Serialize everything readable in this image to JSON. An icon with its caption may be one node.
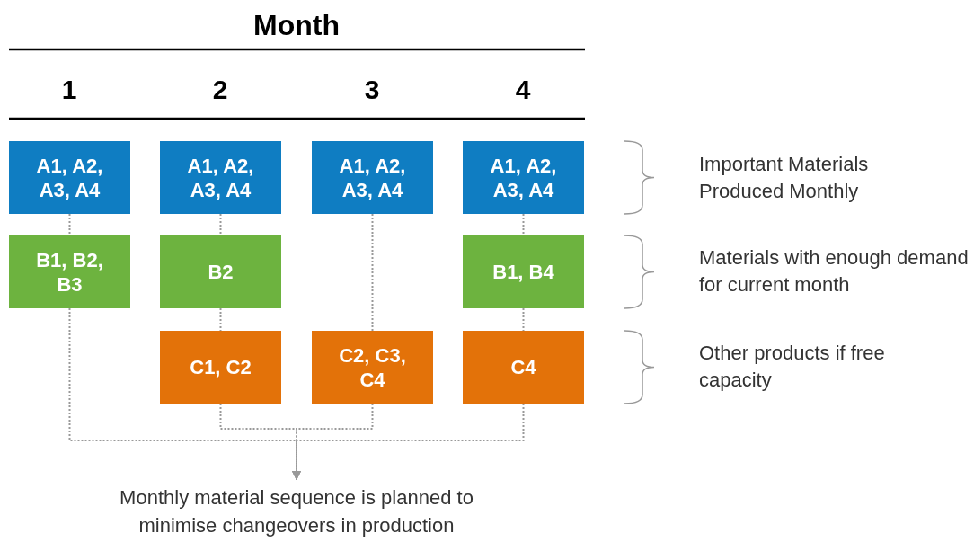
{
  "diagram": {
    "nodes": [
      {
        "text": [
          "A1, A2, A3, A4"
        ]
      },
      {
        "text": [
          "A1, A2, A3, A4"
        ]
      },
      {
        "text": [
          "A1, A2, A3, A4"
        ]
      },
      {
        "text": [
          "A1, A2, A3, A4"
        ]
      },
      {
        "text": [
          "B1, B2, B3"
        ]
      },
      {
        "text": [
          "B2"
        ]
      },
      {
        "text": [
          "B1, B4"
        ]
      },
      {
        "text": [
          "C1, C2"
        ]
      },
      {
        "text": [
          "C2, C3, C4"
        ]
      },
      {
        "text": [
          "C4"
        ]
      },
      {
        "text": [
          "Monthly material sequence is planned to minimise changeovers in production"
        ]
      }
    ],
    "edges": [
      {
        "from": 0,
        "to": 4,
        "arrow": "none"
      },
      {
        "from": 4,
        "to": 10,
        "arrow": "to"
      },
      {
        "from": 1,
        "to": 5,
        "arrow": "none"
      },
      {
        "from": 5,
        "to": 7,
        "arrow": "none"
      },
      {
        "from": 7,
        "to": 10,
        "arrow": "to"
      },
      {
        "from": 2,
        "to": 8,
        "arrow": "none"
      },
      {
        "from": 8,
        "to": 10,
        "arrow": "to"
      },
      {
        "from": 3,
        "to": 6,
        "arrow": "none"
      },
      {
        "from": 6,
        "to": 9,
        "arrow": "none"
      },
      {
        "from": 9,
        "to": 10,
        "arrow": "to"
      }
    ],
    "labels": [
      "Month",
      "1",
      "2",
      "3",
      "4",
      "Important Materials Produced Monthly",
      "Materials with enough demand for current month",
      "Other products if free capacity"
    ]
  }
}
